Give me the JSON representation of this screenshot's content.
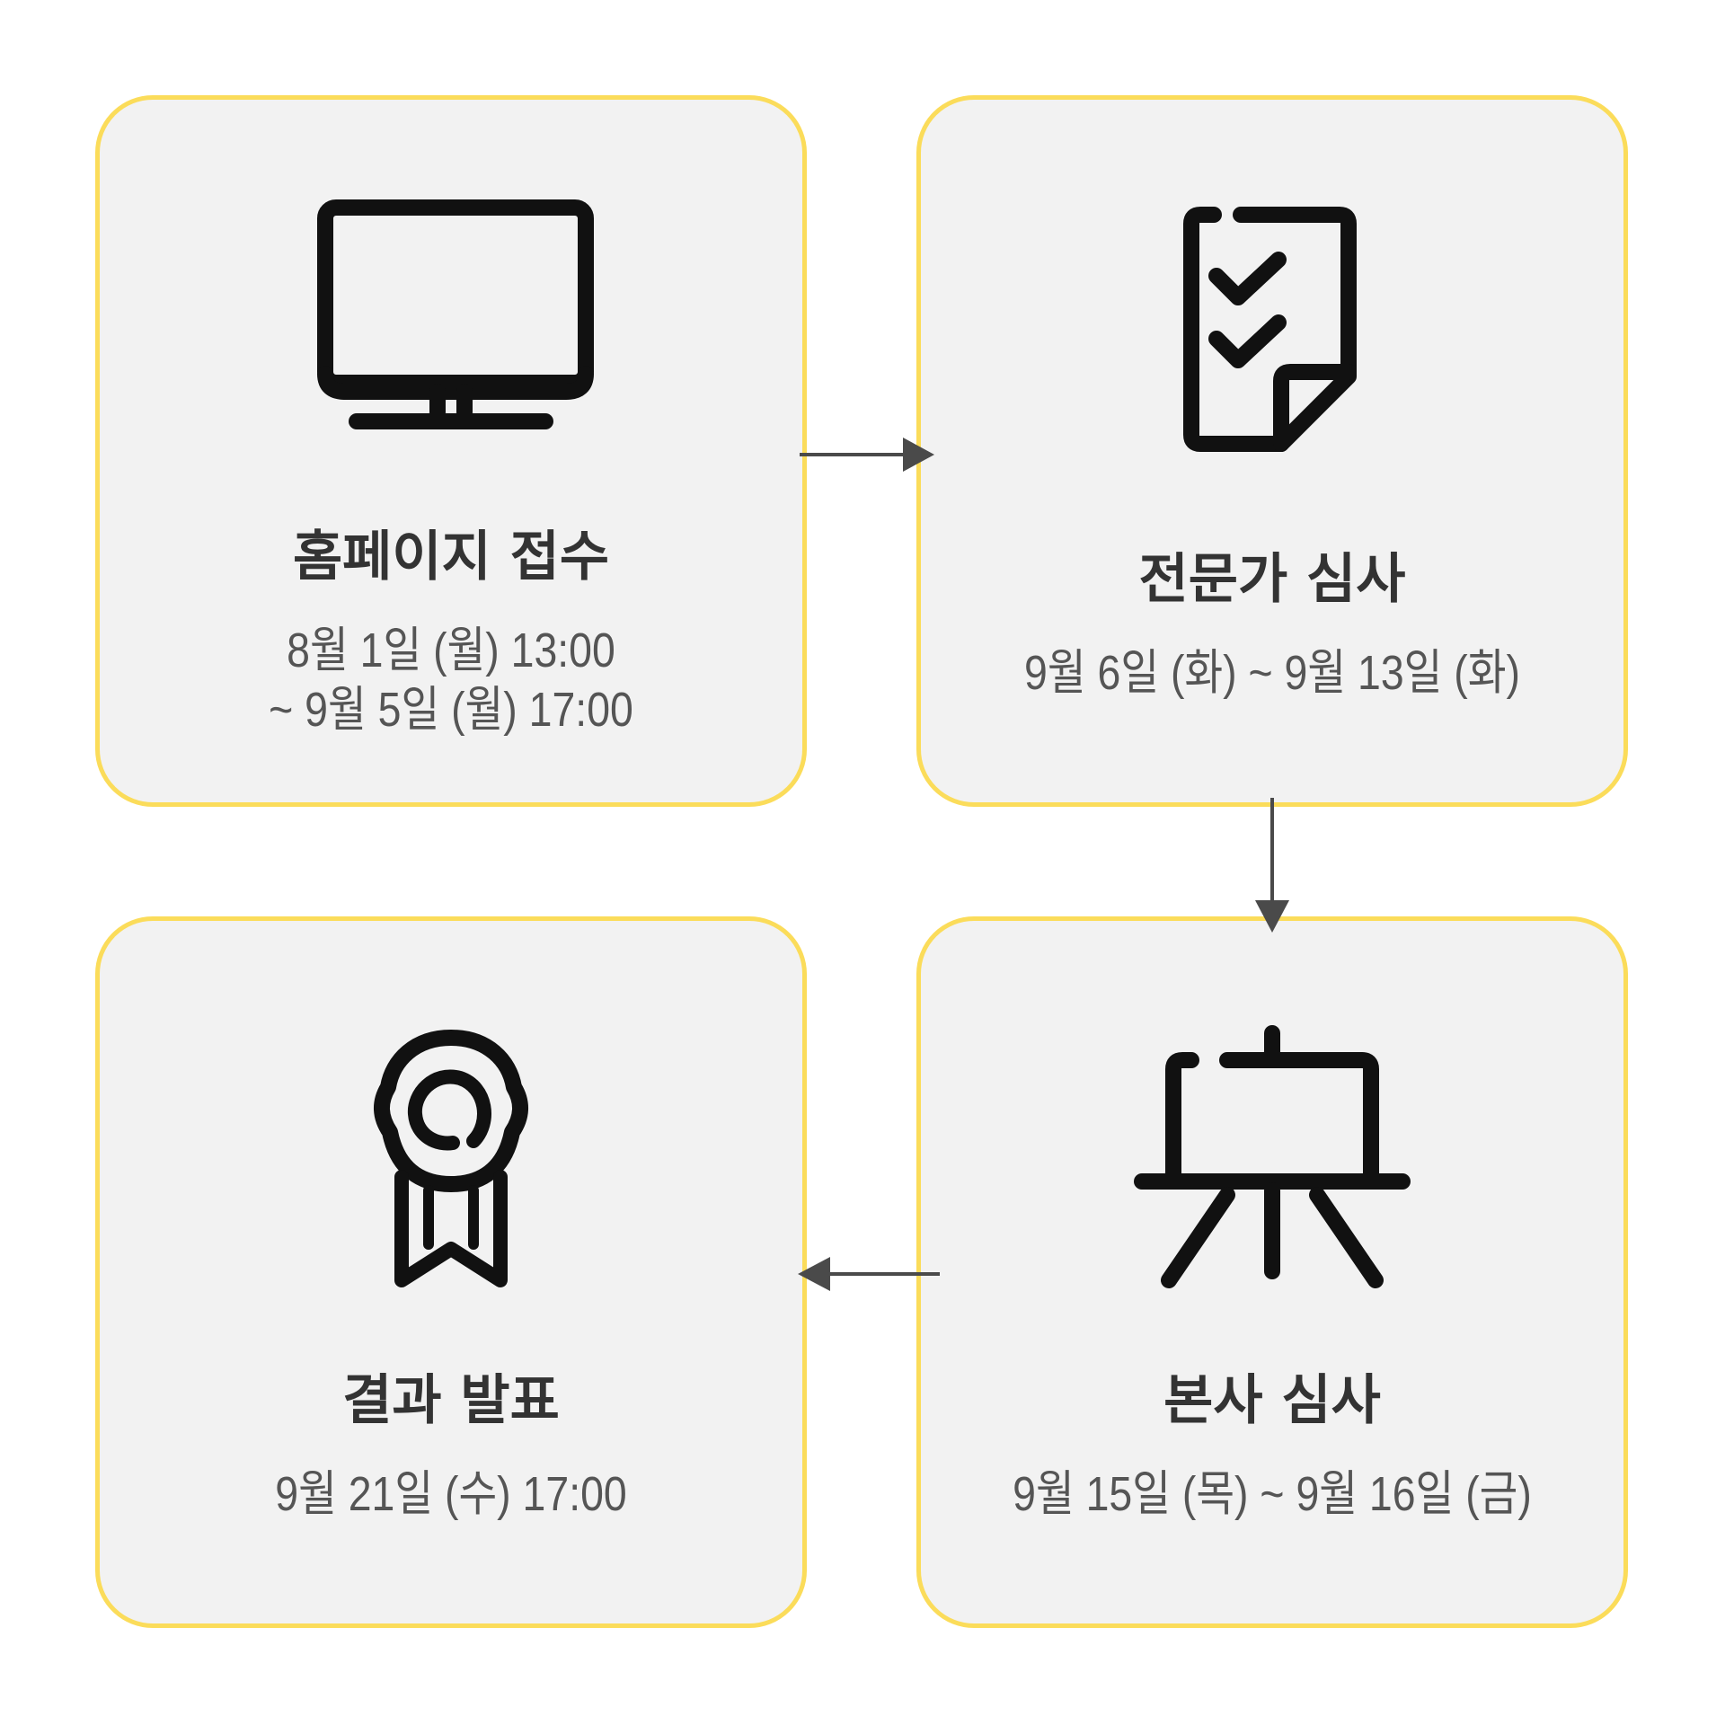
{
  "steps": [
    {
      "icon": "monitor-icon",
      "title": "홈페이지 접수",
      "date_line1": "8월 1일 (월) 13:00",
      "date_line2": "~ 9월 5일 (월) 17:00"
    },
    {
      "icon": "checklist-document-icon",
      "title": "전문가 심사",
      "date_line1": "9월 6일 (화) ~ 9월 13일 (화)"
    },
    {
      "icon": "presentation-easel-icon",
      "title": "본사 심사",
      "date_line1": "9월 15일 (목) ~ 9월 16일 (금)"
    },
    {
      "icon": "award-ribbon-icon",
      "title": "결과 발표",
      "date_line1": "9월 21일 (수) 17:00"
    }
  ],
  "colors": {
    "card_background": "#f2f2f2",
    "card_border": "#fbdc5a",
    "arrow": "#4a4a4a",
    "title_text": "#333333",
    "date_text": "#555555"
  }
}
